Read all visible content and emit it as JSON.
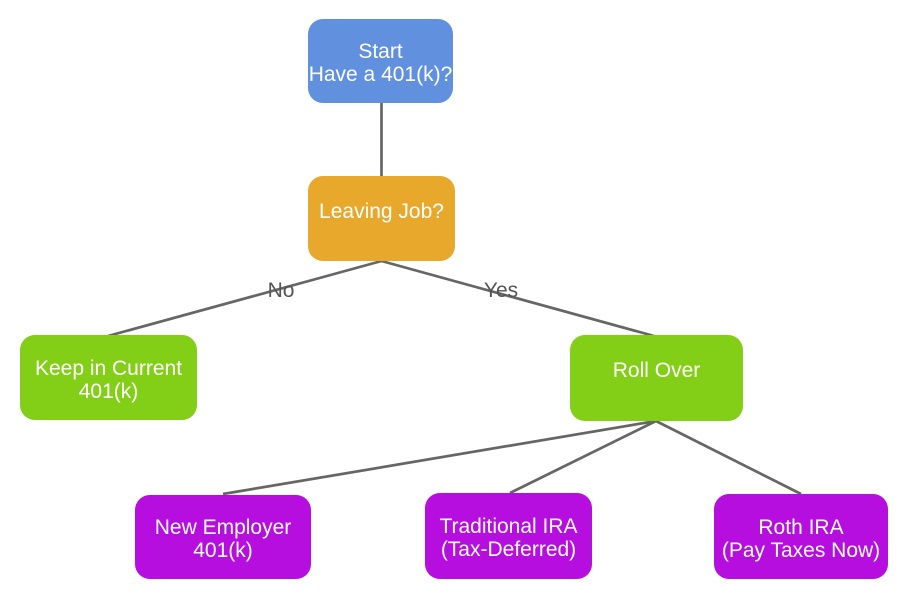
{
  "diagram": {
    "kind": "flowchart-decision-tree",
    "topic": "401(k) decision flow"
  },
  "colors": {
    "start": "#6190DE",
    "decision": "#E7A82B",
    "option": "#83CE16",
    "outcome": "#B60EDE",
    "edge": "#666666",
    "edge_label": "#555555",
    "node_text": "#ffffff",
    "background": "#ffffff"
  },
  "nodes": {
    "start": {
      "type": "start",
      "line1": "Start",
      "line2": "Have a 401(k)?"
    },
    "leaving_job": {
      "type": "decision",
      "line1": "Leaving Job?",
      "line2": ""
    },
    "keep_current": {
      "type": "option",
      "line1": "Keep in Current",
      "line2": "401(k)"
    },
    "roll_over": {
      "type": "option",
      "line1": "Roll Over",
      "line2": ""
    },
    "new_employer": {
      "type": "outcome",
      "line1": "New Employer",
      "line2": "401(k)"
    },
    "traditional_ira": {
      "type": "outcome",
      "line1": "Traditional IRA",
      "line2": "(Tax-Deferred)"
    },
    "roth_ira": {
      "type": "outcome",
      "line1": "Roth IRA",
      "line2": "(Pay Taxes Now)"
    }
  },
  "edges": {
    "no_label": "No",
    "yes_label": "Yes",
    "connections": [
      {
        "from": "start",
        "to": "leaving_job",
        "label": ""
      },
      {
        "from": "leaving_job",
        "to": "keep_current",
        "label": "No"
      },
      {
        "from": "leaving_job",
        "to": "roll_over",
        "label": "Yes"
      },
      {
        "from": "roll_over",
        "to": "new_employer",
        "label": ""
      },
      {
        "from": "roll_over",
        "to": "traditional_ira",
        "label": ""
      },
      {
        "from": "roll_over",
        "to": "roth_ira",
        "label": ""
      }
    ]
  }
}
